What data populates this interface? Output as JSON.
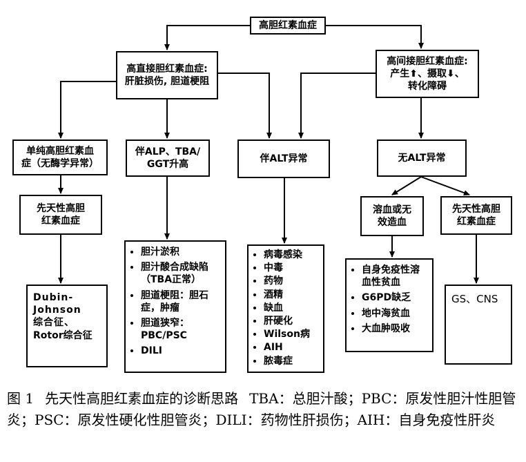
{
  "nodes": {
    "root": "高胆红素血症",
    "direct": [
      "高直接胆红素血症:",
      "肝脏损伤, 胆道梗阻"
    ],
    "indirect": [
      "高间接胆红素血症:",
      "产生⬆、摄取⬇、",
      "转化障碍"
    ],
    "simple": [
      "单纯高胆红素血",
      "症（无酶学异常）"
    ],
    "alp": [
      "伴ALP、TBA/",
      "GGT升高"
    ],
    "alt_abn": "伴ALT异常",
    "no_alt": "无ALT异常",
    "congenital_left": [
      "先天性高胆",
      "红素血症"
    ],
    "hemolysis": [
      "溶血或无",
      "效造血"
    ],
    "congenital_right": [
      "先天性高胆",
      "红素血症"
    ],
    "dubin": [
      "Dubin-",
      "Johnson",
      "综合征、",
      "Rotor综合征"
    ],
    "cholestasis_list": [
      "胆汁淤积",
      "胆汁酸合成缺陷（TBA正常）",
      "胆道梗阻：胆石症，肿瘤",
      "胆道狭窄：PBC/PSC",
      "DILI"
    ],
    "alt_list": [
      "病毒感染",
      "中毒",
      "药物",
      "酒精",
      "缺血",
      "肝硬化",
      "Wilson病",
      "AIH",
      "脓毒症"
    ],
    "hemolysis_list": [
      "自身免疫性溶血性贫血",
      "G6PD缺乏",
      "地中海贫血",
      "大血肿吸收"
    ],
    "gs": "GS、CNS"
  },
  "caption": {
    "label": "图 1",
    "title": "先天性高胆红素血症的诊断思路",
    "defs": "TBA：总胆汁酸；PBC：原发性胆汁性胆管炎；PSC：原发性硬化性胆管炎；DILI：药物性肝损伤；AIH：自身免疫性肝炎"
  }
}
